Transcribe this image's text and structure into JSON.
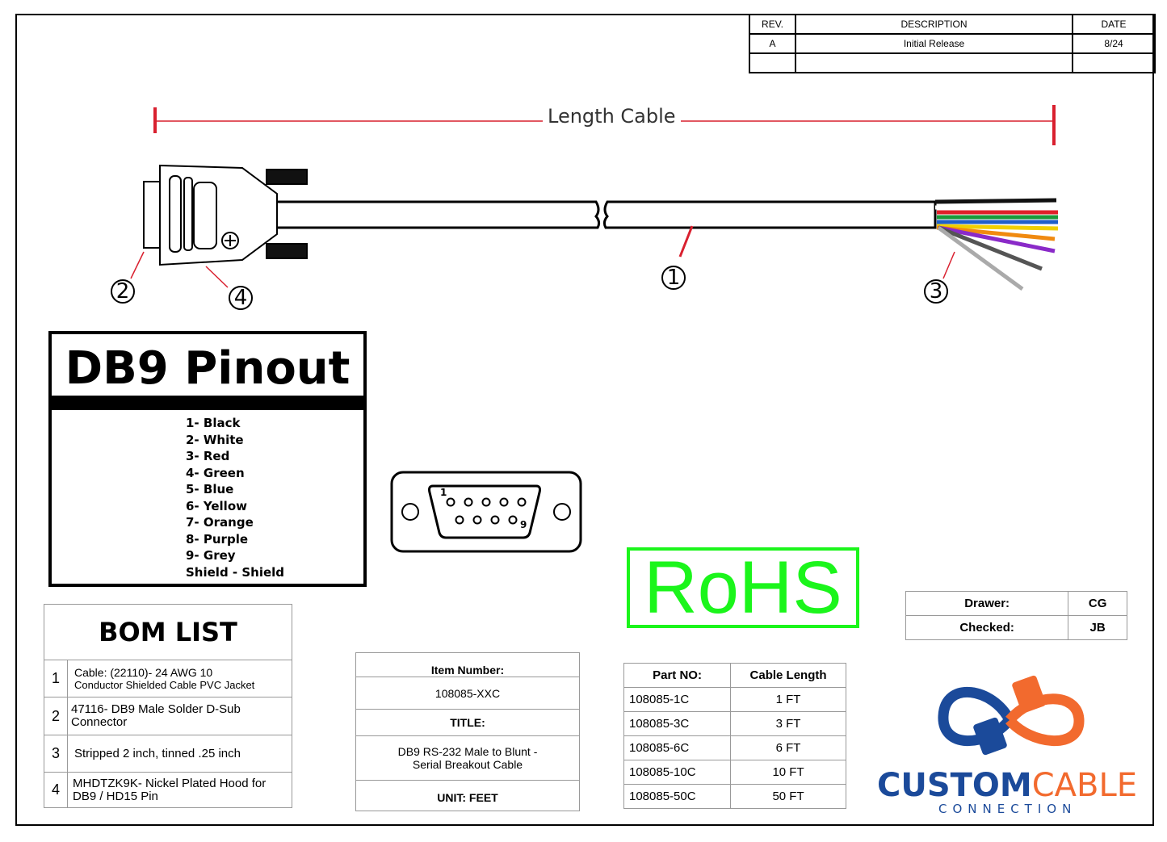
{
  "revision": {
    "headers": [
      "REV.",
      "DESCRIPTION",
      "DATE"
    ],
    "rows": [
      [
        "A",
        "Initial Release",
        "8/24"
      ]
    ]
  },
  "length_label": "Length Cable",
  "callouts": [
    "1",
    "2",
    "3",
    "4"
  ],
  "pinout": {
    "title": "DB9 Pinout",
    "pins": [
      "1- Black",
      "2- White",
      "3- Red",
      "4- Green",
      "5- Blue",
      "6- Yellow",
      "7- Orange",
      "8- Purple",
      "9- Grey",
      "Shield - Shield"
    ]
  },
  "connector_pin_labels": {
    "first": "1",
    "last": "9"
  },
  "wire_colors": [
    "#111111",
    "#ffffff",
    "#e0202a",
    "#1a9a3a",
    "#1f5fc8",
    "#f0d000",
    "#f08a10",
    "#8a2ac8",
    "#777777",
    "#bbbbbb"
  ],
  "bom": {
    "title": "BOM LIST",
    "items": [
      {
        "num": "1",
        "line1": "Cable: (22110)- 24 AWG 10",
        "line2": "Conductor Shielded Cable PVC Jacket"
      },
      {
        "num": "2",
        "line1": "47116- DB9 Male Solder D-Sub",
        "line2": "Connector"
      },
      {
        "num": "3",
        "line1": "Stripped 2 inch, tinned .25 inch",
        "line2": ""
      },
      {
        "num": "4",
        "line1": "MHDTZK9K- Nickel Plated Hood for",
        "line2": "DB9 / HD15 Pin"
      }
    ]
  },
  "item_info": {
    "item_number_label": "Item Number:",
    "item_number": "108085-XXC",
    "title_label": "TITLE:",
    "title_line1": "DB9 RS-232 Male to Blunt -",
    "title_line2": "Serial Breakout Cable",
    "unit": "UNIT: FEET"
  },
  "parts": {
    "headers": [
      "Part NO:",
      "Cable Length"
    ],
    "rows": [
      [
        "108085-1C",
        "1 FT"
      ],
      [
        "108085-3C",
        "3 FT"
      ],
      [
        "108085-6C",
        "6 FT"
      ],
      [
        "108085-10C",
        "10 FT"
      ],
      [
        "108085-50C",
        "50 FT"
      ]
    ]
  },
  "rohs": "RoHS",
  "signoff": {
    "drawer_label": "Drawer:",
    "drawer": "CG",
    "checked_label": "Checked:",
    "checked": "JB"
  },
  "logo": {
    "word1": "CUSTOM",
    "word2": "CABLE",
    "sub": "CONNECTION",
    "blue": "#1b4a9a",
    "orange": "#f26a2e"
  },
  "colors": {
    "dimension_red": "#d9202f",
    "rohs_green": "#1bf51b"
  }
}
